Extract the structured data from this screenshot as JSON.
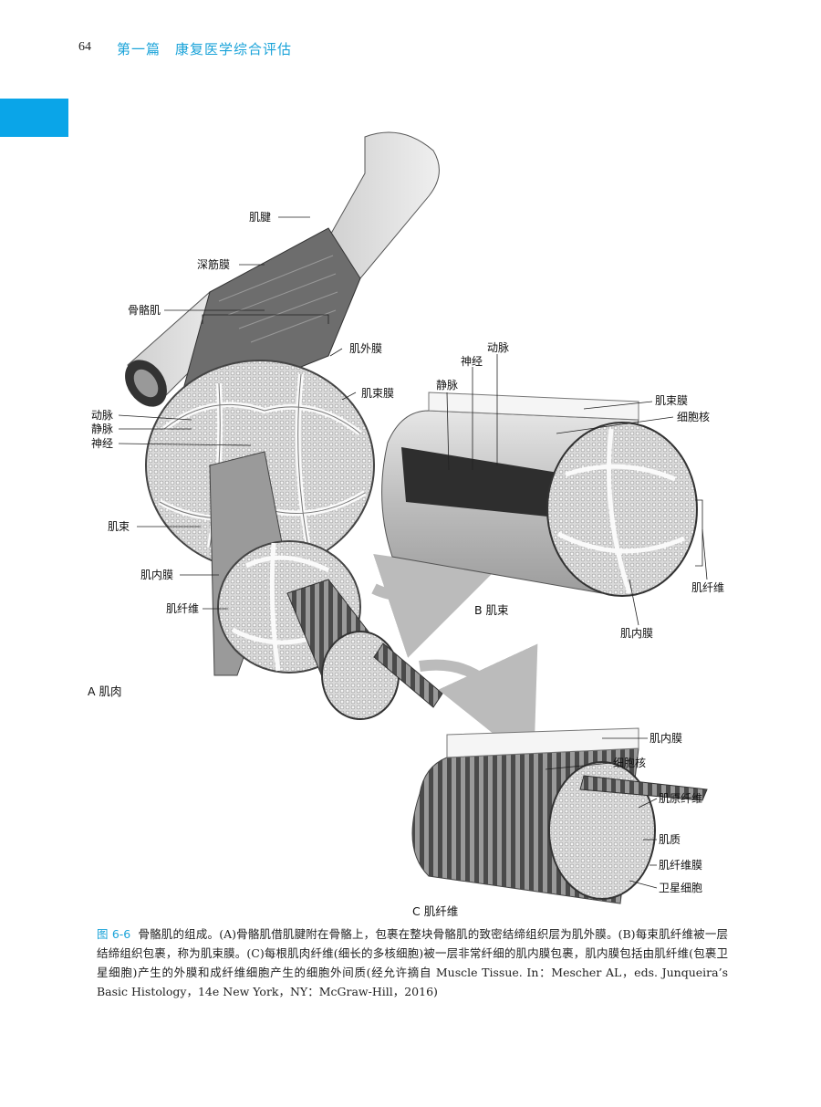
{
  "header": {
    "page_number": "64",
    "running_head": "第一篇　康复医学综合评估"
  },
  "figure": {
    "labels_a": {
      "tendon": "肌腱",
      "deep_fascia": "深筋膜",
      "skeletal_muscle": "骨骼肌",
      "epimysium": "肌外膜",
      "perimysium": "肌束膜",
      "artery": "动脉",
      "vein": "静脉",
      "nerve": "神经",
      "fascicle": "肌束",
      "endomysium": "肌内膜",
      "muscle_fiber": "肌纤维"
    },
    "labels_b": {
      "vein": "静脉",
      "nerve": "神经",
      "artery": "动脉",
      "perimysium": "肌束膜",
      "nucleus": "细胞核",
      "muscle_fiber": "肌纤维",
      "endomysium": "肌内膜"
    },
    "labels_c": {
      "endomysium": "肌内膜",
      "nucleus": "细胞核",
      "myofibril": "肌原纤维",
      "sarcoplasm": "肌质",
      "sarcolemma": "肌纤维膜",
      "satellite_cell": "卫星细胞"
    },
    "panel_a": "A 肌肉",
    "panel_b": "B 肌束",
    "panel_c": "C 肌纤维"
  },
  "caption": {
    "number": "图 6-6",
    "text": "骨骼肌的组成。(A)骨骼肌借肌腱附在骨骼上，包裹在整块骨骼肌的致密结缔组织层为肌外膜。(B)每束肌纤维被一层结缔组织包裹，称为肌束膜。(C)每根肌肉纤维(细长的多核细胞)被一层非常纤细的肌内膜包裹，肌内膜包括由肌纤维(包裹卫星细胞)产生的外膜和成纤维细胞产生的细胞外间质(经允许摘自 Muscle Tissue. In：Mescher AL，eds. Junqueira’s Basic Histology，14e New York，NY：McGraw-Hill，2016)"
  }
}
